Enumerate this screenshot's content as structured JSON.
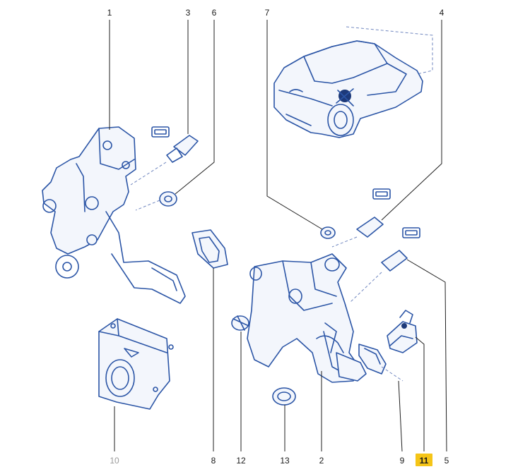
{
  "diagram": {
    "callouts": [
      {
        "id": "1",
        "label": "1"
      },
      {
        "id": "3",
        "label": "3"
      },
      {
        "id": "6",
        "label": "6"
      },
      {
        "id": "7",
        "label": "7"
      },
      {
        "id": "4",
        "label": "4"
      },
      {
        "id": "10",
        "label": "10"
      },
      {
        "id": "8",
        "label": "8"
      },
      {
        "id": "12",
        "label": "12"
      },
      {
        "id": "13",
        "label": "13"
      },
      {
        "id": "2",
        "label": "2"
      },
      {
        "id": "9",
        "label": "9"
      },
      {
        "id": "11",
        "label": "11"
      },
      {
        "id": "5",
        "label": "5"
      }
    ],
    "highlighted_callout": "11",
    "colors": {
      "part_stroke": "#2b55a6",
      "leader": "#1f1f1f",
      "highlight": "#f5c518",
      "faded_label": "#9a9a9a"
    }
  }
}
